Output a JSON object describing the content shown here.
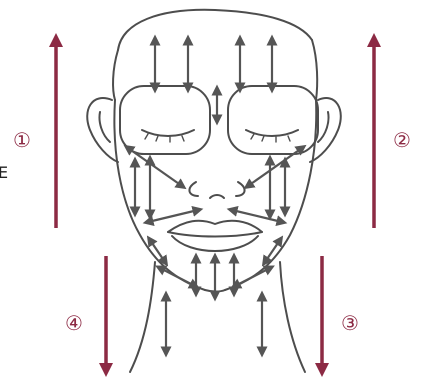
{
  "diagram": {
    "colors": {
      "stroke": "#4d4d4d",
      "arrow": "#555555",
      "accent": "#8c2a44"
    },
    "steps": [
      {
        "label": "①",
        "direction": "up"
      },
      {
        "label": "②",
        "direction": "up"
      },
      {
        "label": "③",
        "direction": "down"
      },
      {
        "label": "④",
        "direction": "down"
      }
    ],
    "edge_mark": "E"
  }
}
